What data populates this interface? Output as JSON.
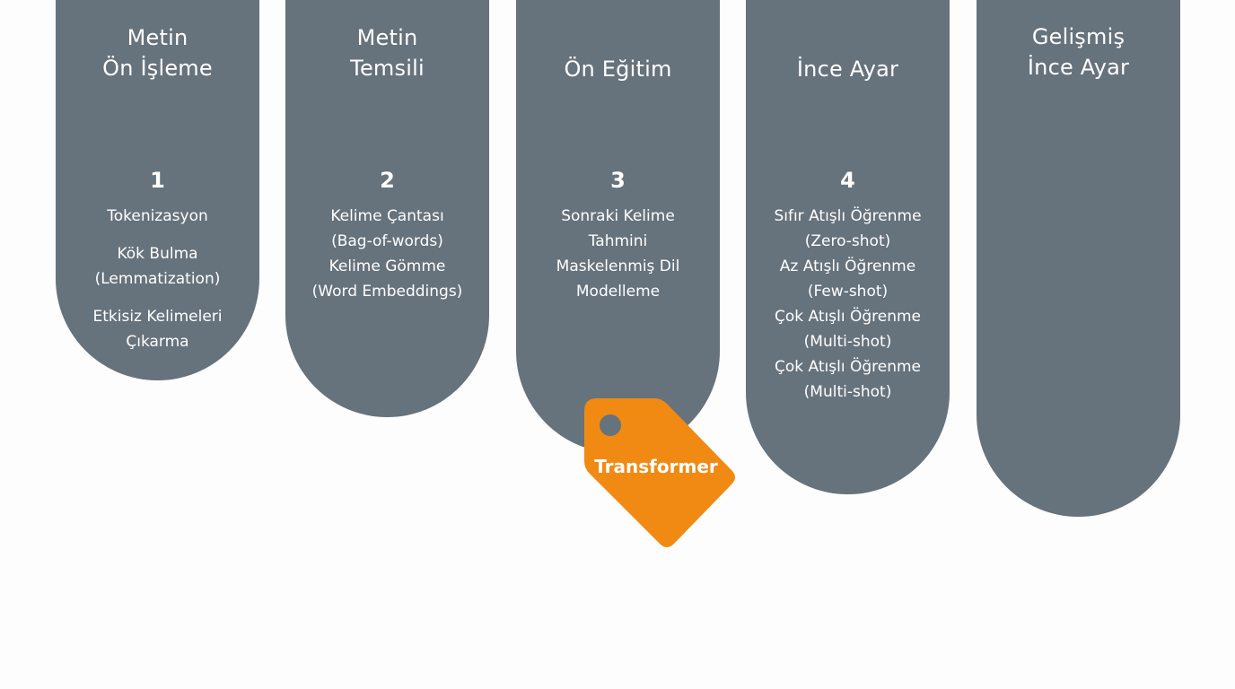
{
  "colors": {
    "column": "#66727c",
    "tag": "#f08a12",
    "text": "#ffffff",
    "background": "#fdfdfd"
  },
  "stages": [
    {
      "title_line1": "Metin",
      "title_line2": "Ön İşleme",
      "number": "1",
      "items": [
        "Tokenizasyon",
        "Kök Bulma",
        "(Lemmatization)",
        "Etkisiz Kelimeleri",
        "Çıkarma"
      ]
    },
    {
      "title_line1": "Metin",
      "title_line2": "Temsili",
      "number": "2",
      "items": [
        "Kelime Çantası",
        "(Bag-of-words)",
        "Kelime Gömme",
        "(Word Embeddings)"
      ]
    },
    {
      "title_line1": "Ön Eğitim",
      "number": "3",
      "items": [
        "Sonraki Kelime",
        "Tahmini",
        "Maskelenmiş Dil",
        "Modelleme"
      ]
    },
    {
      "title_line1": "İnce Ayar",
      "number": "4",
      "items": [
        "Sıfır Atışlı Öğrenme",
        "(Zero-shot)",
        "Az Atışlı Öğrenme",
        "(Few-shot)",
        "Çok Atışlı Öğrenme",
        "(Multi-shot)",
        "Çok Atışlı Öğrenme",
        "(Multi-shot)"
      ]
    },
    {
      "title_line1": "Gelişmiş",
      "title_line2": "İnce Ayar"
    }
  ],
  "tag": {
    "label": "Transformer",
    "icon": "price-tag-icon"
  }
}
